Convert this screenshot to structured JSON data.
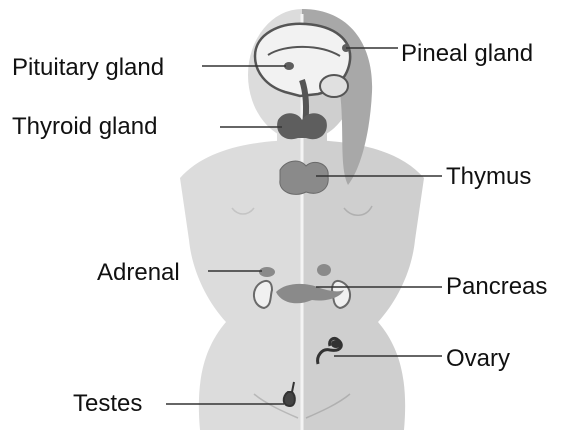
{
  "labels": {
    "pituitary": "Pituitary gland",
    "pineal": "Pineal gland",
    "thyroid": "Thyroid gland",
    "thymus": "Thymus",
    "adrenal": "Adrenal",
    "pancreas": "Pancreas",
    "ovary": "Ovary",
    "testes": "Testes"
  },
  "colors": {
    "text": "#111111",
    "leader_line": "#333333",
    "skin_left": "#dcdcdc",
    "skin_right": "#cfcfcf",
    "hair": "#a8a8a8",
    "gland": "#8a8a8a",
    "gland_dark": "#5e5e5e"
  }
}
